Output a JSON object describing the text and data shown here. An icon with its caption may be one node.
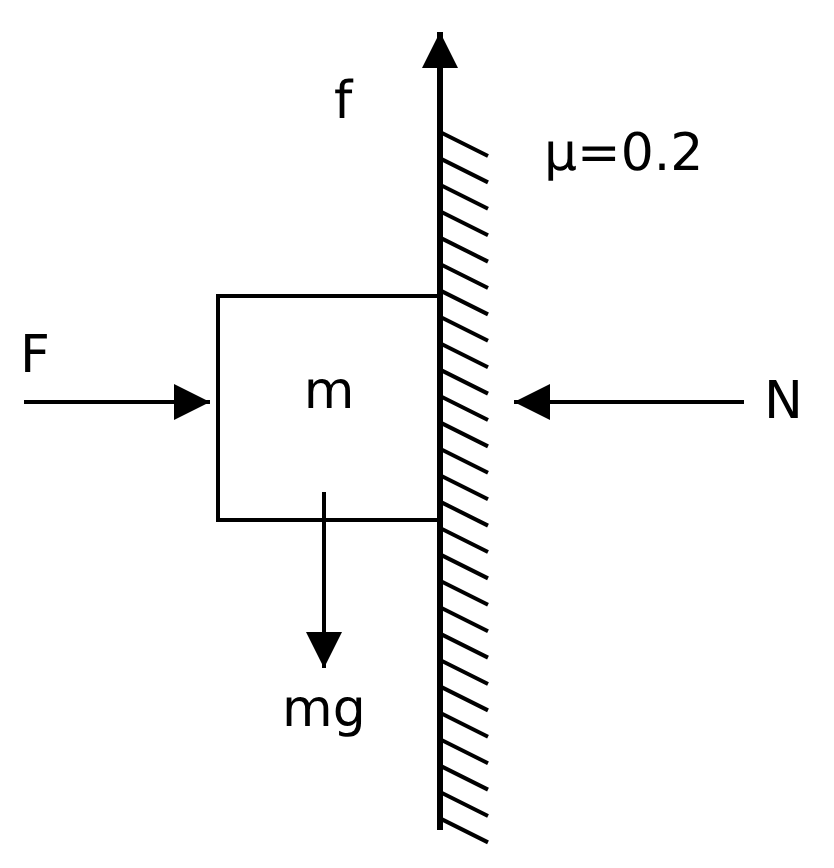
{
  "diagram": {
    "nodes": [
      {
        "text": [
          "m"
        ]
      }
    ],
    "labels": [
      "f",
      "μ=0.2",
      "F",
      "N",
      "mg"
    ]
  }
}
